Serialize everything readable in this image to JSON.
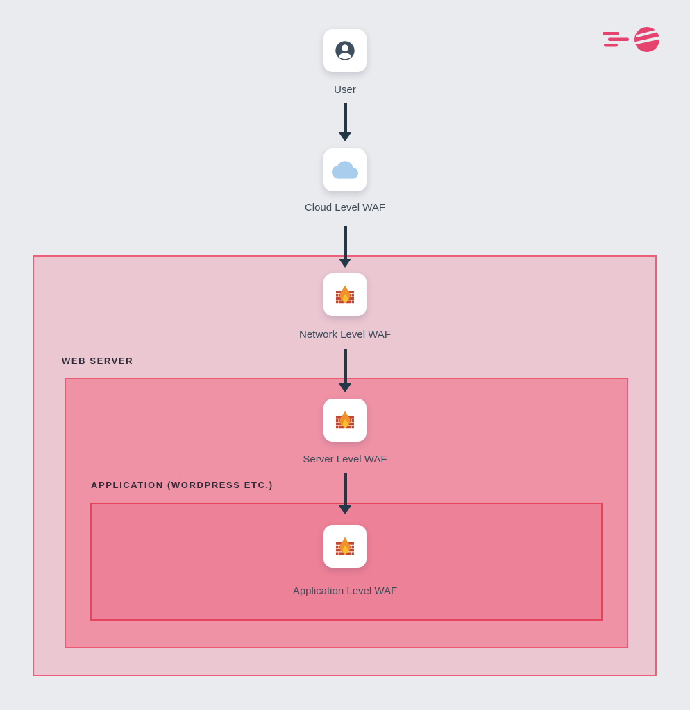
{
  "brand": {
    "logo_icon": "astra-comet-icon",
    "color": "#e5426e"
  },
  "flow_nodes": {
    "user": {
      "label": "User",
      "icon": "user-icon"
    },
    "cloud_waf": {
      "label": "Cloud Level WAF",
      "icon": "cloud-icon"
    },
    "network_waf": {
      "label": "Network Level WAF",
      "icon": "firewall-icon"
    },
    "server_waf": {
      "label": "Server Level WAF",
      "icon": "firewall-icon"
    },
    "application_waf": {
      "label": "Application Level WAF",
      "icon": "firewall-icon"
    }
  },
  "sections": {
    "web_server": {
      "label": "WEB SERVER"
    },
    "application": {
      "label": "APPLICATION (WORDPRESS ETC.)"
    }
  },
  "flow_order": [
    "user",
    "cloud_waf",
    "network_waf",
    "server_waf",
    "application_waf"
  ],
  "colors": {
    "background": "#e9ebee",
    "arrow": "#233746",
    "node_label": "#3c4b59",
    "section_label": "#2e2c38",
    "outer_box_fill": "#ebc7d2",
    "outer_box_border": "#ed5e78",
    "middle_box_fill": "#ef92a6",
    "middle_box_border": "#eb5a74",
    "inner_box_fill": "#ed8197",
    "inner_box_border": "#e4455c",
    "brand_pink": "#e5426e",
    "brick": "#c7462e",
    "flame_outer": "#f0912d",
    "flame_inner": "#fbc02d",
    "cloud_blue": "#a9cdec",
    "user_icon_slate": "#3f505e"
  }
}
